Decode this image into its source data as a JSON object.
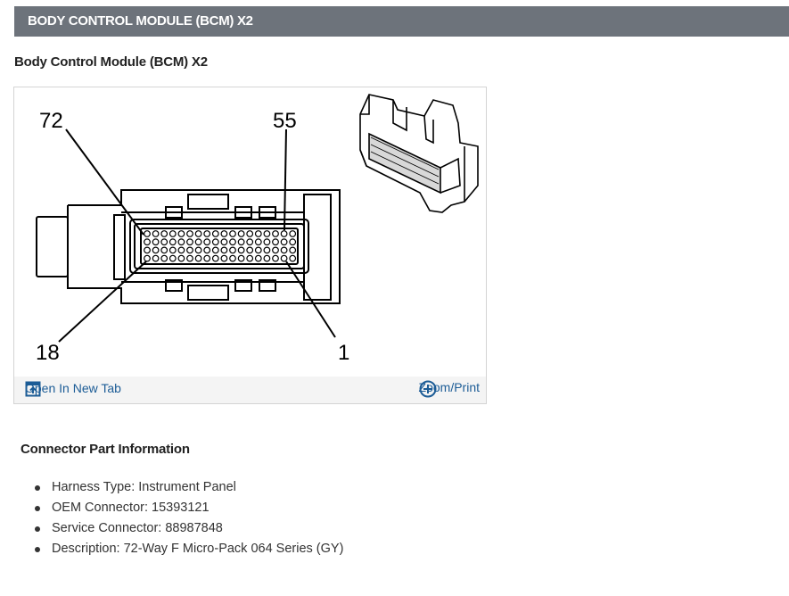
{
  "header": {
    "title": "BODY CONTROL MODULE (BCM) X2"
  },
  "subtitle": "Body Control Module (BCM) X2",
  "figure": {
    "pin_labels": {
      "top_left": "72",
      "top_right": "55",
      "bottom_left": "18",
      "bottom_right": "1"
    },
    "open_tab_label": "Open In New Tab",
    "zoom_label": "Zoom/Print",
    "icons": {
      "open_tab": "open-new-tab-icon",
      "zoom": "zoom-plus-icon"
    },
    "accent_color": "#1c5c96"
  },
  "section": {
    "title": "Connector Part Information",
    "items": [
      "Harness Type: Instrument Panel",
      "OEM Connector: 15393121",
      "Service Connector: 88987848",
      "Description: 72-Way F Micro-Pack 064 Series (GY)"
    ]
  },
  "colors": {
    "header_bg": "#6d737b",
    "link": "#1c5c96"
  }
}
